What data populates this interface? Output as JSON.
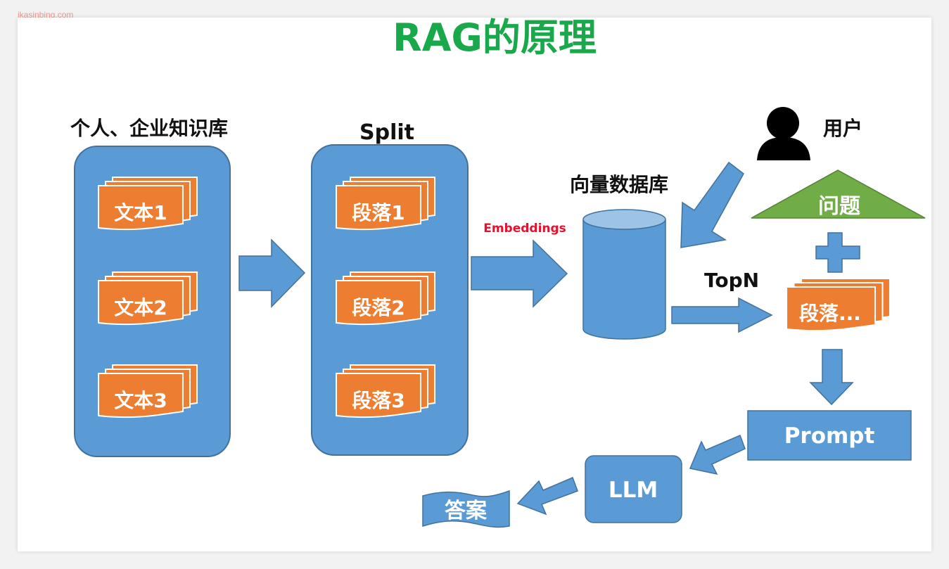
{
  "watermark": "ikasinbing.com",
  "title": "RAG的原理",
  "knowledge_base": {
    "label": "个人、企业知识库",
    "docs": [
      "文本1",
      "文本2",
      "文本3"
    ]
  },
  "split": {
    "label": "Split",
    "paragraphs": [
      "段落1",
      "段落2",
      "段落3"
    ]
  },
  "embeddings_label": "Embeddings",
  "vector_db_label": "向量数据库",
  "user_label": "用户",
  "question_label": "问题",
  "topn_label": "TopN",
  "retrieved_label": "段落...",
  "prompt_label": "Prompt",
  "llm_label": "LLM",
  "answer_label": "答案",
  "colors": {
    "title_green": "#1aa94a",
    "panel_blue": "#5b9bd5",
    "panel_border": "#41719c",
    "doc_orange": "#ed7d31",
    "question_green": "#70ad47",
    "embeddings_red": "#e8112d"
  }
}
